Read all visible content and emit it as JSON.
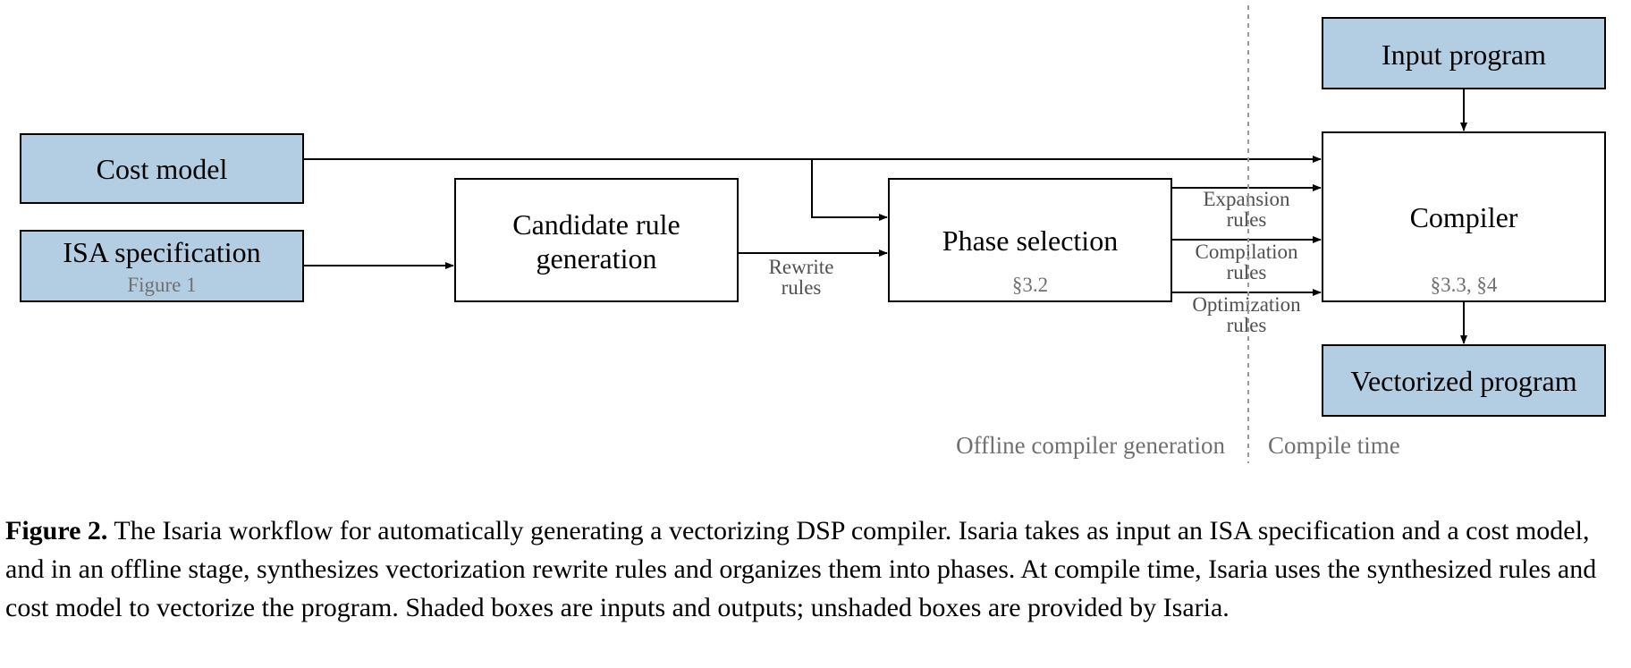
{
  "colors": {
    "shaded_fill": "#b3cde3",
    "stroke": "#000000",
    "subtext": "#707070",
    "divider": "#999999"
  },
  "nodes": {
    "cost_model": {
      "label": "Cost model"
    },
    "isa_spec": {
      "label": "ISA specification",
      "sub": "Figure 1"
    },
    "candidate": {
      "label_line1": "Candidate rule",
      "label_line2": "generation"
    },
    "phase": {
      "label": "Phase selection",
      "sub": "§3.2"
    },
    "input_program": {
      "label": "Input program"
    },
    "compiler": {
      "label": "Compiler",
      "sub": "§3.3, §4"
    },
    "vectorized": {
      "label": "Vectorized program"
    }
  },
  "edges": {
    "rewrite": {
      "line1": "Rewrite",
      "line2": "rules"
    },
    "expansion": {
      "line1": "Expansion",
      "line2": "rules"
    },
    "compilation": {
      "line1": "Compilation",
      "line2": "rules"
    },
    "optimization": {
      "line1": "Optimization",
      "line2": "rules"
    }
  },
  "phases": {
    "offline": "Offline compiler generation",
    "compile": "Compile time"
  },
  "caption": {
    "lead": "Figure 2.",
    "text": " The Isaria workflow for automatically generating a vectorizing DSP compiler. Isaria takes as input an ISA specification and a cost model, and in an offline stage, synthesizes vectorization rewrite rules and organizes them into phases. At compile time, Isaria uses the synthesized rules and cost model to vectorize the program. Shaded boxes are inputs and outputs; unshaded boxes are provided by Isaria."
  }
}
